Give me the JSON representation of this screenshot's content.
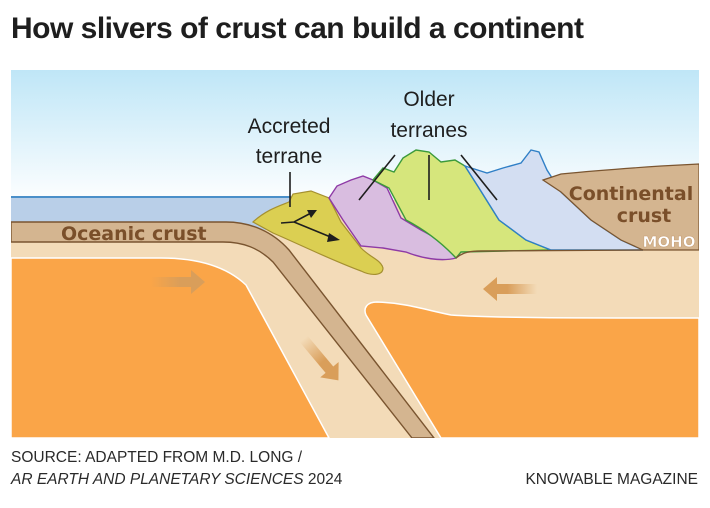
{
  "title": "How slivers of crust can build a continent",
  "diagram": {
    "labels": {
      "accreted_terrane_line1": "Accreted",
      "accreted_terrane_line2": "terrane",
      "older_terranes_line1": "Older",
      "older_terranes_line2": "terranes",
      "oceanic_crust": "Oceanic crust",
      "continental_crust_line1": "Continental",
      "continental_crust_line2": "crust",
      "moho": "MOHO"
    },
    "colors": {
      "sky_top": "#bfe6f7",
      "sky_bottom": "#ffffff",
      "ocean": "#b9cfe8",
      "ocean_surface": "#4a8fc9",
      "oceanic_crust": "#d4b590",
      "crust_outline": "#7a5530",
      "lithosphere": "#f3dbb8",
      "asthenosphere": "#faa548",
      "accreted_terrane": "#dbcf52",
      "terrane_purple": "#d9bde0",
      "terrane_purple_edge": "#8e3aa6",
      "terrane_green": "#d6e67c",
      "terrane_green_edge": "#3b9a3b",
      "terrane_blue": "#d3def2",
      "terrane_blue_edge": "#2f7fc6",
      "continental_crust": "#d4b590",
      "motion_arrow": "#d99e5a"
    },
    "motion_arrows": [
      "oceanic-plate-right",
      "slab-down-right",
      "continental-plate-left"
    ]
  },
  "footer": {
    "source_line1": "SOURCE: ADAPTED FROM M.D. LONG /",
    "source_journal": "AR EARTH AND PLANETARY SCIENCES",
    "source_year": " 2024",
    "credit": "KNOWABLE MAGAZINE"
  }
}
